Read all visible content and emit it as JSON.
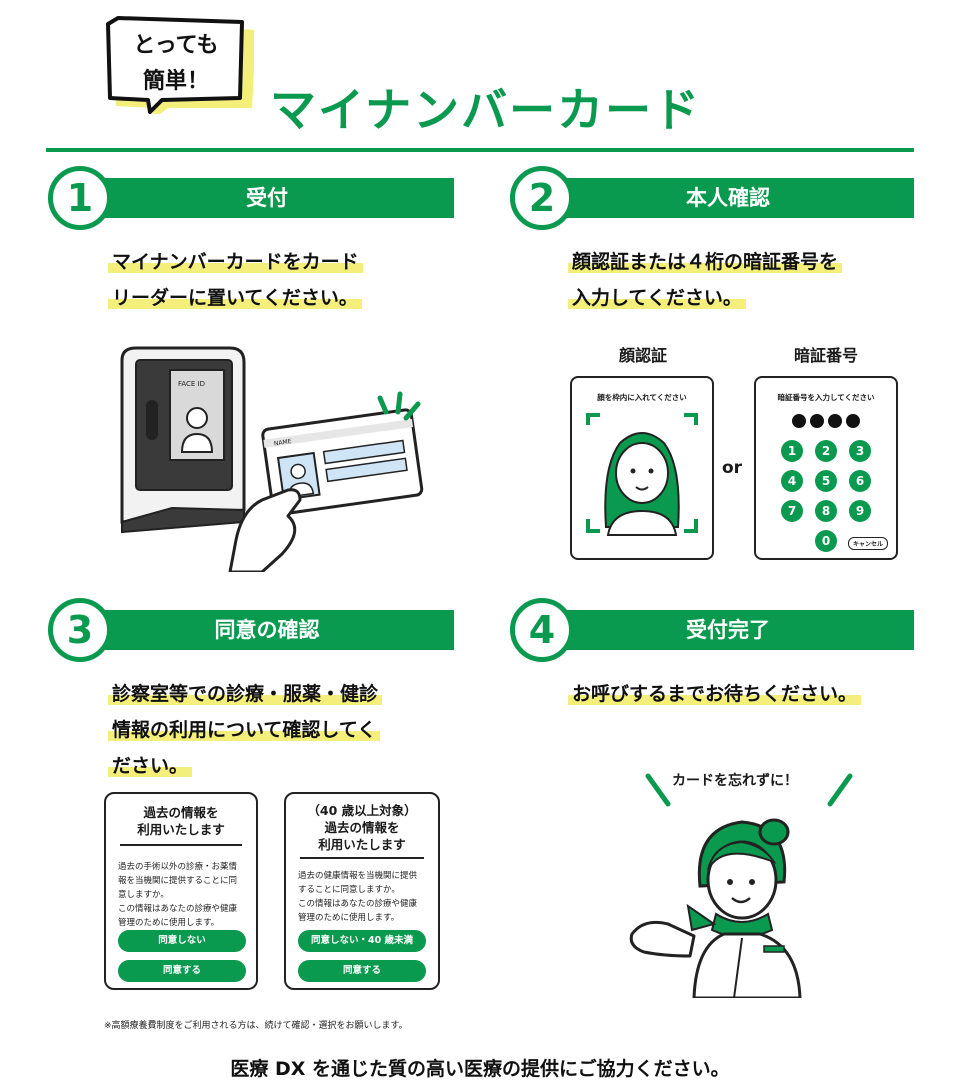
{
  "header": {
    "bubble_line1": "とっても",
    "bubble_line2": "簡単！",
    "title": "マイナンバーカード"
  },
  "colors": {
    "accent": "#0a9a4f",
    "highlight": "#f4ef7a"
  },
  "steps": [
    {
      "number": "1",
      "title": "受付",
      "desc_lines": [
        "マイナンバーカードをカード",
        "リーダーに置いてください。"
      ]
    },
    {
      "number": "2",
      "title": "本人確認",
      "desc_lines": [
        "顔認証または４桁の暗証番号を",
        "入力してください。"
      ]
    },
    {
      "number": "3",
      "title": "同意の確認",
      "desc_lines": [
        "診察室等での診療・服薬・健診",
        "情報の利用について確認してく",
        "ださい。"
      ]
    },
    {
      "number": "4",
      "title": "受付完了",
      "desc_lines": [
        "お呼びするまでお待ちください。"
      ]
    }
  ],
  "step1_illustration": {
    "screen_label": "FACE ID",
    "card_label": "NAME"
  },
  "step2_panels": {
    "face_label": "顔認証",
    "pin_label": "暗証番号",
    "face_screen_text": "顔を枠内に入れてください",
    "pin_screen_text": "暗証番号を入力してください",
    "or": "or",
    "keys": [
      "1",
      "2",
      "3",
      "4",
      "5",
      "6",
      "7",
      "8",
      "9",
      "0"
    ],
    "cancel": "キャンセル"
  },
  "step3_cards": [
    {
      "title_lines": [
        "過去の情報を",
        "利用いたします"
      ],
      "body_lines": [
        "過去の手術以外の診療・お薬情",
        "報を当機関に提供することに同",
        "意しますか。",
        "この情報はあなたの診療や健康",
        "管理のために使用します。"
      ],
      "buttons": [
        "同意しない",
        "同意する"
      ]
    },
    {
      "title_lines": [
        "（40 歳以上対象）",
        "過去の情報を",
        "利用いたします"
      ],
      "body_lines": [
        "過去の健康情報を当機関に提供",
        "することに同意しますか。",
        "この情報はあなたの診療や健康",
        "管理のために使用します。"
      ],
      "buttons": [
        "同意しない・40 歳未満",
        "同意する"
      ]
    }
  ],
  "step3_note": "※高額療養費制度をご利用される方は、続けて確認・選択をお願いします。",
  "step4_callout": "カードを忘れずに！",
  "footer": "医療 DX を通じた質の高い医療の提供にご協力ください。"
}
